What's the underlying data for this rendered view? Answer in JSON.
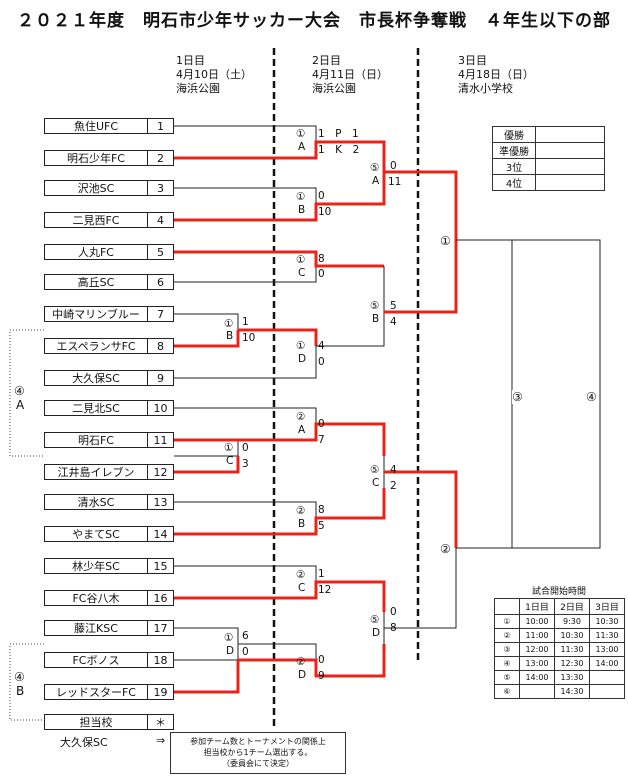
{
  "title": "２０２１年度　明石市少年サッカー大会　市長杯争奪戦　４年生以下の部",
  "days": [
    {
      "label": "1日目",
      "date": "4月10日（土）",
      "venue": "海浜公園"
    },
    {
      "label": "2日目",
      "date": "4月11日（日）",
      "venue": "海浜公園"
    },
    {
      "label": "3日目",
      "date": "4月18日（日）",
      "venue": "清水小学校"
    }
  ],
  "teams": [
    {
      "name": "魚住UFC",
      "num": "1"
    },
    {
      "name": "明石少年FC",
      "num": "2"
    },
    {
      "name": "沢池SC",
      "num": "3"
    },
    {
      "name": "二見西FC",
      "num": "4"
    },
    {
      "name": "人丸FC",
      "num": "5"
    },
    {
      "name": "高丘SC",
      "num": "6"
    },
    {
      "name": "中崎マリンブルー",
      "num": "7"
    },
    {
      "name": "エスペランサFC",
      "num": "8"
    },
    {
      "name": "大久保SC",
      "num": "9"
    },
    {
      "name": "二見北SC",
      "num": "10"
    },
    {
      "name": "明石FC",
      "num": "11"
    },
    {
      "name": "江井島イレブン",
      "num": "12"
    },
    {
      "name": "清水SC",
      "num": "13"
    },
    {
      "name": "やまてSC",
      "num": "14"
    },
    {
      "name": "林少年SC",
      "num": "15"
    },
    {
      "name": "FC谷八木",
      "num": "16"
    },
    {
      "name": "藤江KSC",
      "num": "17"
    },
    {
      "name": "FCボノス",
      "num": "18"
    },
    {
      "name": "レッドスターFC",
      "num": "19"
    }
  ],
  "duty": {
    "name": "担当校",
    "mark": "＊",
    "school": "大久保SC",
    "arrow": "⇒"
  },
  "note": [
    "参加チーム数とトーナメントの関係上",
    "担当校から1チーム選出する。",
    "（委員会にて決定）"
  ],
  "labels": {
    "d1a": "①",
    "d1b": "B",
    "d1c1": "①",
    "d1c2": "C",
    "d1d1": "①",
    "d1d2": "D",
    "r2a1": "①",
    "r2a2": "A",
    "r2b1": "①",
    "r2b2": "B",
    "r2c1": "①",
    "r2c2": "C",
    "r2d1": "①",
    "r2d2": "D",
    "r2e1": "②",
    "r2e2": "A",
    "r2f1": "②",
    "r2f2": "B",
    "r2g1": "②",
    "r2g2": "C",
    "r2h1": "②",
    "r2h2": "D",
    "r3a1": "⑤",
    "r3a2": "A",
    "r3b1": "⑤",
    "r3b2": "B",
    "r3c1": "⑤",
    "r3c2": "C",
    "r3d1": "⑤",
    "r3d2": "D",
    "sf1": "①",
    "sf2": "②",
    "third": "③",
    "final": "④",
    "ex1": "④",
    "ex2": "A",
    "ex3": "④",
    "ex4": "B"
  },
  "scores": {
    "s1": "1　P　1",
    "s2": "1　K　2",
    "s3": "0",
    "s4": "10",
    "s5": "8",
    "s6": "0",
    "s7": "1",
    "s8": "10",
    "s9": "4",
    "s10": "0",
    "s11": "0",
    "s12": "3",
    "s13": "0",
    "s14": "7",
    "s15": "8",
    "s16": "5",
    "s17": "1",
    "s18": "12",
    "s19": "6",
    "s20": "0",
    "s21": "0",
    "s22": "9",
    "s23": "0",
    "s24": "11",
    "s25": "5",
    "s26": "4",
    "s27": "4",
    "s28": "2",
    "s29": "0",
    "s30": "8"
  },
  "results": [
    {
      "label": "優勝",
      "value": ""
    },
    {
      "label": "準優勝",
      "value": ""
    },
    {
      "label": "3位",
      "value": ""
    },
    {
      "label": "4位",
      "value": ""
    }
  ],
  "schedule": {
    "title": "試合開始時間",
    "headers": [
      "1日目",
      "2日目",
      "3日目"
    ],
    "rows": [
      {
        "no": "①",
        "cells": [
          "10:00",
          "9:30",
          "10:30"
        ]
      },
      {
        "no": "②",
        "cells": [
          "11:00",
          "10:30",
          "11:30"
        ]
      },
      {
        "no": "③",
        "cells": [
          "12:00",
          "11:30",
          "13:00"
        ]
      },
      {
        "no": "④",
        "cells": [
          "13:00",
          "12:30",
          "14:00"
        ]
      },
      {
        "no": "⑤",
        "cells": [
          "14:00",
          "13:30",
          ""
        ]
      },
      {
        "no": "⑥",
        "cells": [
          "",
          "14:30",
          ""
        ]
      }
    ]
  },
  "colors": {
    "winner_line": "#e8241a",
    "line": "#222222",
    "dash": "#111111"
  }
}
